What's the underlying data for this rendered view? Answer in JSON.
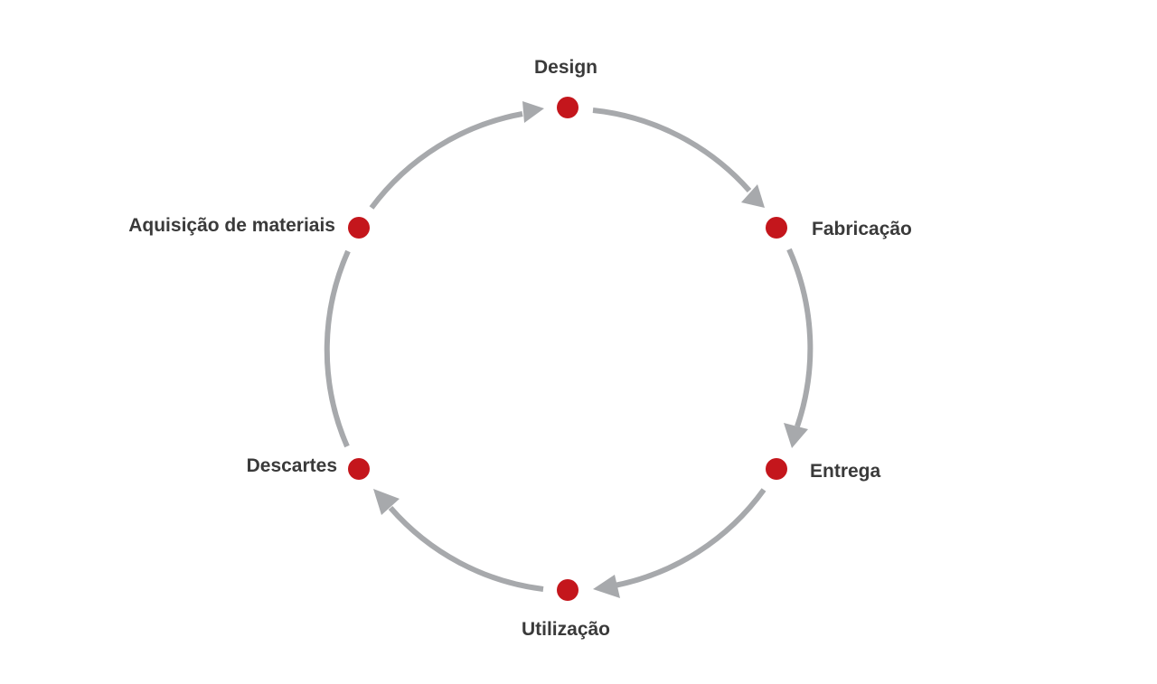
{
  "diagram": {
    "colors": {
      "background": "#ffffff",
      "node": "#c4161c",
      "arrow": "#a7a9ac",
      "label": "#3a3a3a"
    },
    "stages": [
      {
        "label": "Design"
      },
      {
        "label": "Fabricação"
      },
      {
        "label": "Entrega"
      },
      {
        "label": "Utilização"
      },
      {
        "label": "Descartes"
      },
      {
        "label": "Aquisição de materiais"
      }
    ]
  }
}
